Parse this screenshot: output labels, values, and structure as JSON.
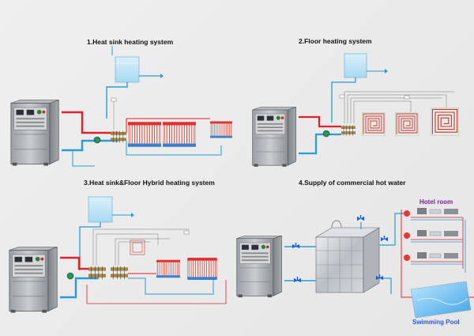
{
  "panels": [
    {
      "title": "1.Heat sink heating system"
    },
    {
      "title": "2.Floor heating system"
    },
    {
      "title": "3.Heat sink&Floor Hybrid heating system"
    },
    {
      "title": "4.Supply of commercial hot water"
    }
  ],
  "labels": {
    "hotel_room": "Hotel room",
    "swimming_pool": "Swimming Pool"
  },
  "colors": {
    "hot_pipe": "#e0202a",
    "cold_pipe": "#2a9bd6",
    "water_tank": "#bfe3f7",
    "label_purple": "#7a1fa2",
    "label_blue": "#2a5bd7"
  }
}
